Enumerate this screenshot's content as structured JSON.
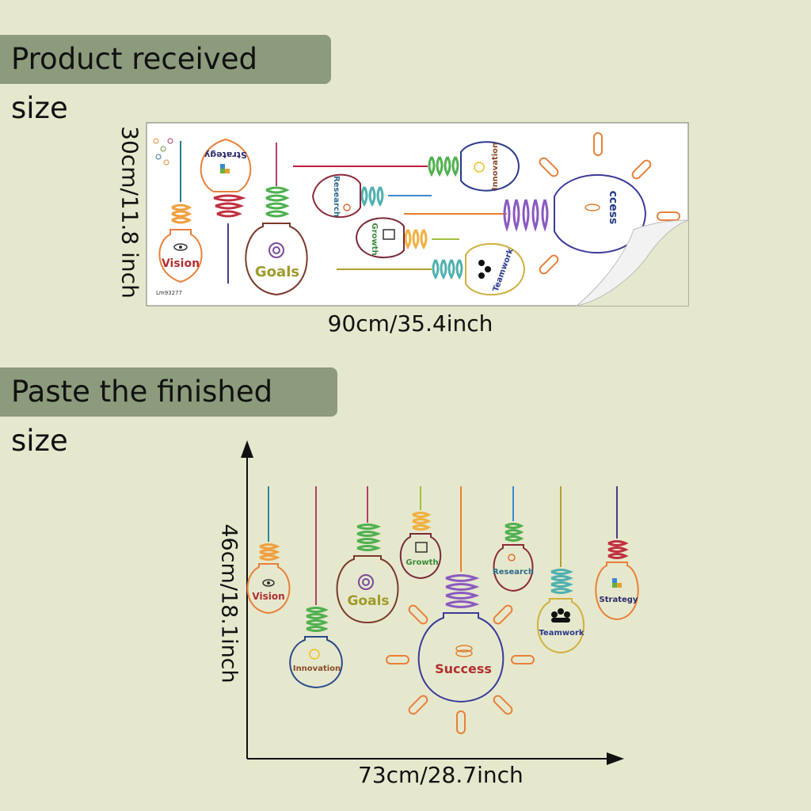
{
  "section1": {
    "header": "Product received size",
    "height_label": "30cm/11.8 inch",
    "width_label": "90cm/35.4inch",
    "sheet_code": "Lm93277"
  },
  "section2": {
    "header": "Paste the finished size",
    "height_label": "46cm/18.1inch",
    "width_label": "73cm/28.7inch"
  },
  "bulbs": {
    "vision": "Vision",
    "strategy": "Strategy",
    "goals": "Goals",
    "research": "Research",
    "growth": "Growth",
    "innovation": "Innovation",
    "teamwork": "Teamwork",
    "success": "Success",
    "success_partial": "ccess"
  },
  "colors": {
    "background": "#e6e8cd",
    "header_bg": "#8b9b7c",
    "arrow": "#111111"
  }
}
